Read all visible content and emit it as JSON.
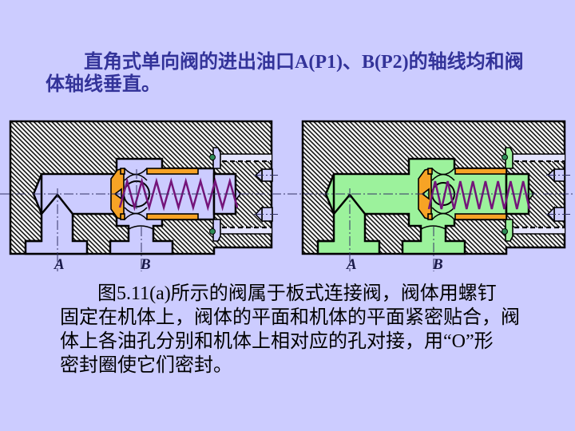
{
  "page": {
    "background": "#CCCCFF"
  },
  "title": {
    "line1": "直角式单向阀的进出油口A(P1)、B(P2)的轴线均和阀",
    "line2": "体轴线垂直。",
    "color": "#333399"
  },
  "figure": {
    "left_valve": {
      "label_a": "A",
      "label_b": "B",
      "passage_fill": "#CCCCFF"
    },
    "right_valve": {
      "label_a": "A",
      "label_b": "B",
      "passage_fill": "#9CF29C"
    },
    "colors": {
      "poppet": "#F7A325",
      "spring": "#74147A",
      "o_ring": "#2E8B57",
      "thread_gap": "#E4E4FF",
      "centerline": "#333366"
    }
  },
  "caption": {
    "lines": [
      "图5.11(a)所示的阀属于板式连接阀，阀体用螺钉",
      "固定在机体上，阀体的平面和机体的平面紧密贴合，阀",
      "体上各油孔分别和机体上相对应的孔对接，用“O”形",
      "密封圈使它们密封。"
    ]
  }
}
